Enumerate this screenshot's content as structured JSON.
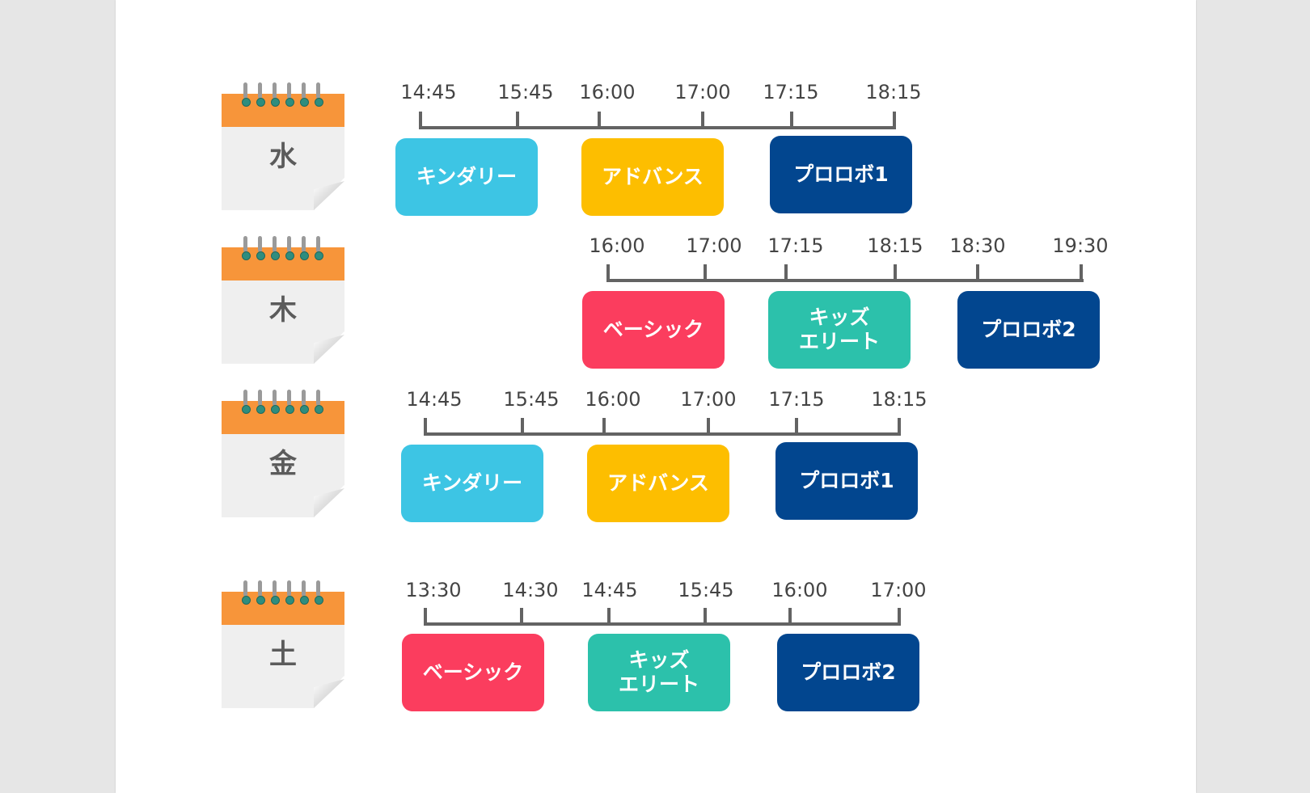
{
  "colors": {
    "kindergarten": "#3dc5e4",
    "advance": "#fdbe00",
    "prorobo": "#02468f",
    "basic": "#fb3d5e",
    "kids_elite": "#2cc1ab",
    "calendar_header": "#f7953a"
  },
  "days": [
    {
      "day": "水",
      "times": [
        "14:45",
        "15:45",
        "16:00",
        "17:00",
        "17:15",
        "18:15"
      ],
      "classes": [
        {
          "label": "キンダリー",
          "color": "#3dc5e4"
        },
        {
          "label": "アドバンス",
          "color": "#fdbe00"
        },
        {
          "label": "プロロボ1",
          "color": "#02468f"
        }
      ]
    },
    {
      "day": "木",
      "times": [
        "16:00",
        "17:00",
        "17:15",
        "18:15",
        "18:30",
        "19:30"
      ],
      "classes": [
        {
          "label": "ベーシック",
          "color": "#fb3d5e"
        },
        {
          "label": "キッズ\nエリート",
          "color": "#2cc1ab"
        },
        {
          "label": "プロロボ2",
          "color": "#02468f"
        }
      ]
    },
    {
      "day": "金",
      "times": [
        "14:45",
        "15:45",
        "16:00",
        "17:00",
        "17:15",
        "18:15"
      ],
      "classes": [
        {
          "label": "キンダリー",
          "color": "#3dc5e4"
        },
        {
          "label": "アドバンス",
          "color": "#fdbe00"
        },
        {
          "label": "プロロボ1",
          "color": "#02468f"
        }
      ]
    },
    {
      "day": "土",
      "times": [
        "13:30",
        "14:30",
        "14:45",
        "15:45",
        "16:00",
        "17:00"
      ],
      "classes": [
        {
          "label": "ベーシック",
          "color": "#fb3d5e"
        },
        {
          "label": "キッズ\nエリート",
          "color": "#2cc1ab"
        },
        {
          "label": "プロロボ2",
          "color": "#02468f"
        }
      ]
    }
  ]
}
